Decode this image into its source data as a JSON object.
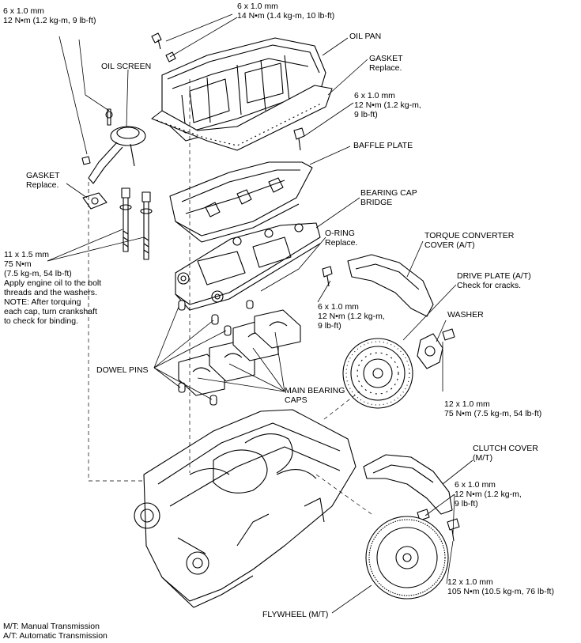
{
  "labels": {
    "bolt_top_left": {
      "lines": [
        "6 x 1.0 mm",
        "12 N•m (1.2 kg-m, 9 lb-ft)"
      ]
    },
    "bolt_top_center": {
      "lines": [
        "6 x 1.0 mm",
        "14 N•m (1.4 kg-m, 10 lb-ft)"
      ]
    },
    "oil_pan": {
      "lines": [
        "OIL PAN"
      ]
    },
    "oil_screen": {
      "lines": [
        "OIL SCREEN"
      ]
    },
    "gasket_pan": {
      "lines": [
        "GASKET",
        "Replace."
      ]
    },
    "bolt_baffle": {
      "lines": [
        "6 x 1.0 mm",
        "12 N•m (1.2 kg-m,",
        "9 lb-ft)"
      ]
    },
    "baffle_plate": {
      "lines": [
        "BAFFLE PLATE"
      ]
    },
    "gasket_screen": {
      "lines": [
        "GASKET",
        "Replace."
      ]
    },
    "bearing_cap_bridge": {
      "lines": [
        "BEARING CAP",
        "BRIDGE"
      ]
    },
    "o_ring": {
      "lines": [
        "O-RING",
        "Replace."
      ]
    },
    "torque_converter_cover": {
      "lines": [
        "TORQUE CONVERTER",
        "COVER (A/T)"
      ]
    },
    "drive_plate": {
      "lines": [
        "DRIVE PLATE (A/T)",
        "Check for cracks."
      ]
    },
    "main_bolt": {
      "lines": [
        "11 x 1.5 mm",
        "75 N•m",
        "(7.5 kg-m, 54 lb-ft)",
        "Apply engine oil to the bolt",
        "threads and the washers.",
        "NOTE: After torquing",
        "each cap, turn crankshaft",
        "to check for binding."
      ]
    },
    "bolt_cover": {
      "lines": [
        "6 x 1.0 mm",
        "12 N•m (1.2 kg-m,",
        "9 lb-ft)"
      ]
    },
    "washer": {
      "lines": [
        "WASHER"
      ]
    },
    "dowel_pins": {
      "lines": [
        "DOWEL PINS"
      ]
    },
    "main_bearing_caps": {
      "lines": [
        "MAIN BEARING",
        "CAPS"
      ]
    },
    "bolt_drive_plate": {
      "lines": [
        "12 x 1.0 mm",
        "75 N•m (7.5 kg-m, 54 lb-ft)"
      ]
    },
    "clutch_cover": {
      "lines": [
        "CLUTCH COVER",
        "(M/T)"
      ]
    },
    "bolt_clutch_cover": {
      "lines": [
        "6 x 1.0 mm",
        "12 N•m (1.2 kg-m,",
        "9 lb-ft)"
      ]
    },
    "bolt_flywheel": {
      "lines": [
        "12 x 1.0 mm",
        "105 N•m (10.5 kg-m, 76 lb-ft)"
      ]
    },
    "flywheel": {
      "lines": [
        "FLYWHEEL (M/T)"
      ]
    }
  },
  "legend": [
    "M/T: Manual Transmission",
    "A/T: Automatic Transmission"
  ]
}
